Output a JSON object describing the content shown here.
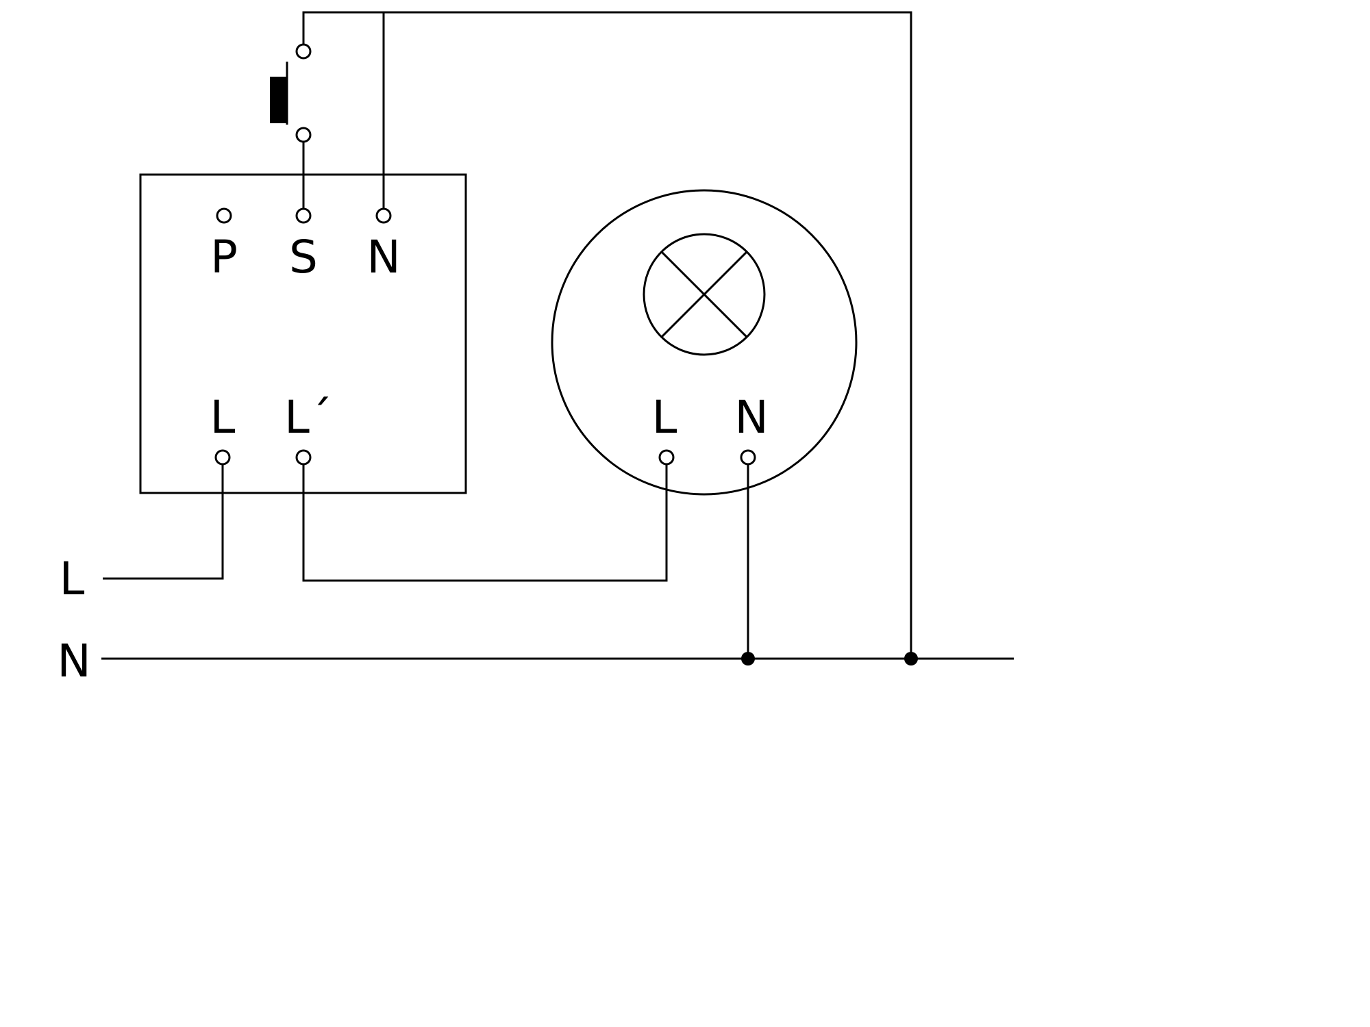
{
  "colors": {
    "background": "#ffffff",
    "line": "#000000"
  },
  "device_box": {
    "terminal_p": "P",
    "terminal_s": "S",
    "terminal_n": "N",
    "terminal_l": "L",
    "terminal_l_prime": "L´"
  },
  "lamp": {
    "terminal_l": "L",
    "terminal_n": "N"
  },
  "supply": {
    "line": "L",
    "neutral": "N"
  }
}
